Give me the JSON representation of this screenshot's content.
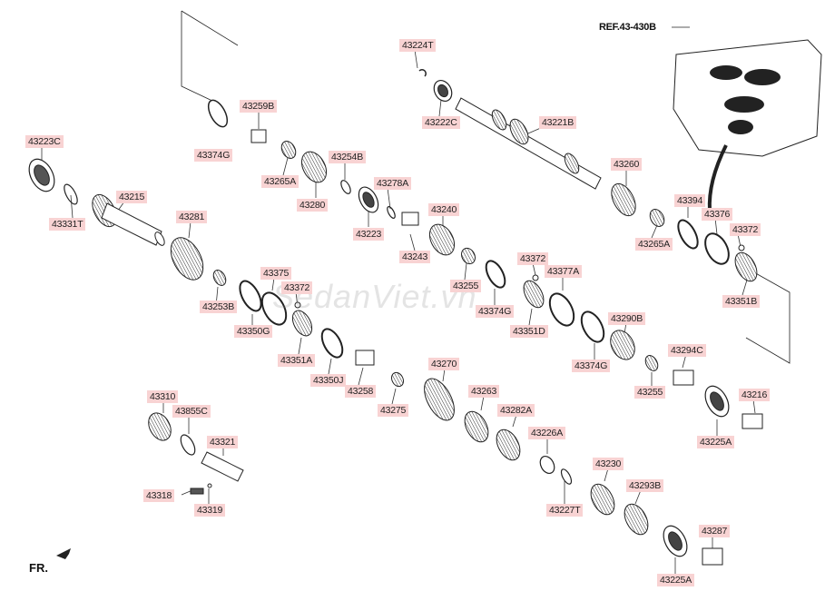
{
  "ref_label": "REF.43-430B",
  "front_label": "FR.",
  "watermark": "SedanViet.vn",
  "colors": {
    "label_bg": "#f8d3d3",
    "line": "#222222",
    "part_fill": "#ffffff",
    "part_dark": "#333333"
  },
  "labels": [
    {
      "id": "43223C",
      "text": "43223C"
    },
    {
      "id": "43331T",
      "text": "43331T"
    },
    {
      "id": "43215",
      "text": "43215"
    },
    {
      "id": "43374G_a",
      "text": "43374G"
    },
    {
      "id": "43259B",
      "text": "43259B"
    },
    {
      "id": "43265A_a",
      "text": "43265A"
    },
    {
      "id": "43280",
      "text": "43280"
    },
    {
      "id": "43254B",
      "text": "43254B"
    },
    {
      "id": "43278A",
      "text": "43278A"
    },
    {
      "id": "43223",
      "text": "43223"
    },
    {
      "id": "43224T",
      "text": "43224T"
    },
    {
      "id": "43222C",
      "text": "43222C"
    },
    {
      "id": "43221B",
      "text": "43221B"
    },
    {
      "id": "43260",
      "text": "43260"
    },
    {
      "id": "43394",
      "text": "43394"
    },
    {
      "id": "43376",
      "text": "43376"
    },
    {
      "id": "43372_c",
      "text": "43372"
    },
    {
      "id": "43265A_b",
      "text": "43265A"
    },
    {
      "id": "43351B",
      "text": "43351B"
    },
    {
      "id": "43281",
      "text": "43281"
    },
    {
      "id": "43375",
      "text": "43375"
    },
    {
      "id": "43372_a",
      "text": "43372"
    },
    {
      "id": "43253B",
      "text": "43253B"
    },
    {
      "id": "43350G",
      "text": "43350G"
    },
    {
      "id": "43351A",
      "text": "43351A"
    },
    {
      "id": "43240",
      "text": "43240"
    },
    {
      "id": "43243",
      "text": "43243"
    },
    {
      "id": "43255_a",
      "text": "43255"
    },
    {
      "id": "43374G_b",
      "text": "43374G"
    },
    {
      "id": "43372_b",
      "text": "43372"
    },
    {
      "id": "43377A",
      "text": "43377A"
    },
    {
      "id": "43351D",
      "text": "43351D"
    },
    {
      "id": "43290B",
      "text": "43290B"
    },
    {
      "id": "43374G_c",
      "text": "43374G"
    },
    {
      "id": "43294C",
      "text": "43294C"
    },
    {
      "id": "43255_b",
      "text": "43255"
    },
    {
      "id": "43350J",
      "text": "43350J"
    },
    {
      "id": "43258",
      "text": "43258"
    },
    {
      "id": "43275",
      "text": "43275"
    },
    {
      "id": "43270",
      "text": "43270"
    },
    {
      "id": "43263",
      "text": "43263"
    },
    {
      "id": "43282A",
      "text": "43282A"
    },
    {
      "id": "43226A",
      "text": "43226A"
    },
    {
      "id": "43216",
      "text": "43216"
    },
    {
      "id": "43225A_a",
      "text": "43225A"
    },
    {
      "id": "43310",
      "text": "43310"
    },
    {
      "id": "43855C",
      "text": "43855C"
    },
    {
      "id": "43321",
      "text": "43321"
    },
    {
      "id": "43318",
      "text": "43318"
    },
    {
      "id": "43319",
      "text": "43319"
    },
    {
      "id": "43227T",
      "text": "43227T"
    },
    {
      "id": "43230",
      "text": "43230"
    },
    {
      "id": "43293B",
      "text": "43293B"
    },
    {
      "id": "43287",
      "text": "43287"
    },
    {
      "id": "43225A_b",
      "text": "43225A"
    }
  ]
}
